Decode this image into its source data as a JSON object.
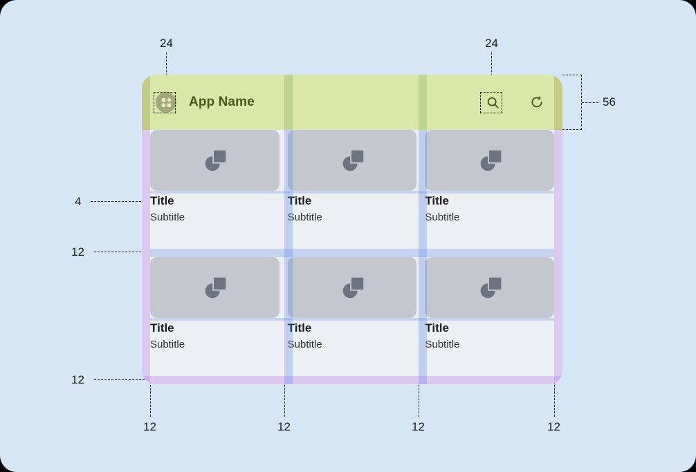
{
  "canvas": {
    "background_color": "#d7e6f4",
    "corner_radius": "24"
  },
  "surface": {
    "background_color": "#eceff3",
    "corner_radius": "20"
  },
  "appbar": {
    "background_color": "#d9e7a8",
    "height": "56",
    "title": "App Name",
    "leading_icon": "app-grid-icon",
    "actions": [
      {
        "name": "search-icon",
        "glyph": "search"
      },
      {
        "name": "refresh-icon",
        "glyph": "refresh"
      }
    ]
  },
  "grid": {
    "columns": 3,
    "rows": 2,
    "cards": [
      {
        "title": "Title",
        "subtitle": "Subtitle",
        "media_icon": "image-placeholder-icon"
      },
      {
        "title": "Title",
        "subtitle": "Subtitle",
        "media_icon": "image-placeholder-icon"
      },
      {
        "title": "Title",
        "subtitle": "Subtitle",
        "media_icon": "image-placeholder-icon"
      },
      {
        "title": "Title",
        "subtitle": "Subtitle",
        "media_icon": "image-placeholder-icon"
      },
      {
        "title": "Title",
        "subtitle": "Subtitle",
        "media_icon": "image-placeholder-icon"
      },
      {
        "title": "Title",
        "subtitle": "Subtitle",
        "media_icon": "image-placeholder-icon"
      }
    ]
  },
  "annotations": {
    "icon_touch_target_left": "24",
    "icon_touch_target_right": "24",
    "appbar_height": "56",
    "media_to_title_gap": "4",
    "row_gap": "12",
    "bottom_margin": "12",
    "gutters_bottom": [
      "12",
      "12",
      "12",
      "12"
    ]
  },
  "colors": {
    "margin_overlay": "#ba7ceb",
    "gutter_overlay": "#5882e9",
    "appbar_overlay": "#d9e7a8",
    "media_placeholder": "#c4c8ce",
    "annotation_text": "#1b1b1b"
  }
}
